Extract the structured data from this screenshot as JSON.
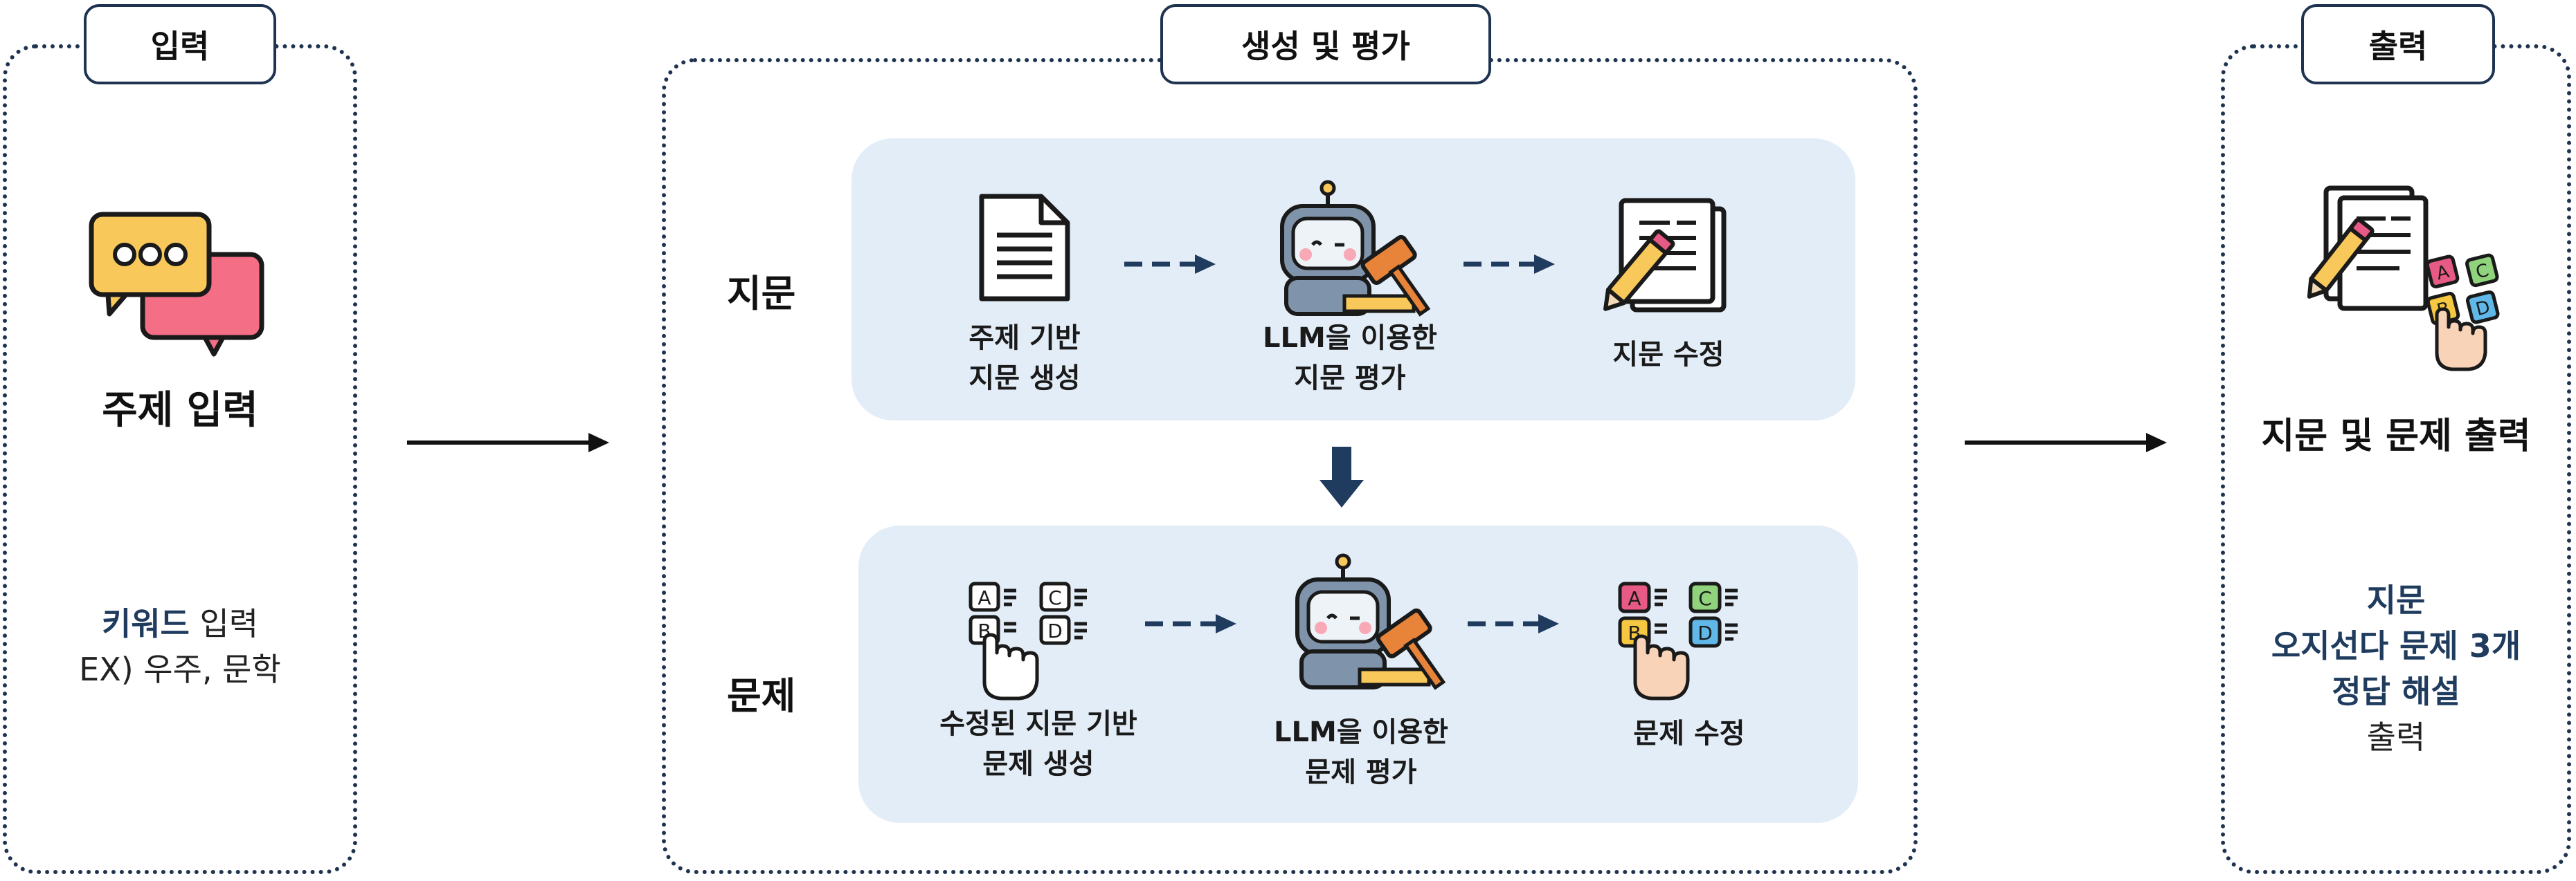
{
  "input_panel": {
    "title": "입력",
    "main_label": "주제 입력",
    "keyword_strong": "키워드",
    "keyword_rest": " 입력",
    "example": "EX) 우주, 문학"
  },
  "process_panel": {
    "title": "생성 및 평가",
    "row_passage": {
      "label": "지문",
      "steps": [
        "주제 기반\n지문 생성",
        "LLM을 이용한\n지문 평가",
        "지문 수정"
      ]
    },
    "row_question": {
      "label": "문제",
      "steps": [
        "수정된 지문 기반\n문제 생성",
        "LLM을 이용한\n문제 평가",
        "문제 수정"
      ]
    }
  },
  "output_panel": {
    "title": "출력",
    "main_label": "지문 및 문제 출력",
    "line1": "지문",
    "line2_strong": "오지선다 문제 3개",
    "line3": "정답 해설",
    "line4": "출력"
  },
  "choice_letters": [
    "A",
    "B",
    "C",
    "D"
  ],
  "colors": {
    "navy": "#1f3b5e",
    "panel_border": "#1e3350",
    "row_background": "#e3edf7",
    "bubble_yellow": "#f9c85a",
    "bubble_pink": "#f46f85",
    "choice_a": "#e85a86",
    "choice_b": "#f5c842",
    "choice_c": "#8fd47c",
    "choice_d": "#5fb8e8"
  }
}
